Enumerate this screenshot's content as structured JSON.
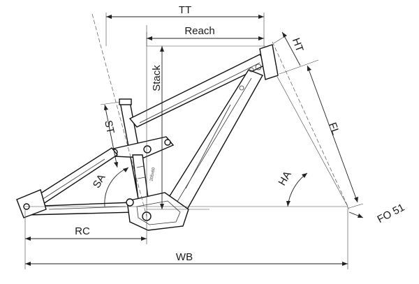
{
  "labels": {
    "tt": "TT",
    "reach": "Reach",
    "stack": "Stack",
    "ht": "HT",
    "st": "ST",
    "sa": "SA",
    "fl": "FL",
    "ha": "HA",
    "rc": "RC",
    "wb": "WB",
    "fo": "FO 51",
    "shock": "205x60"
  }
}
